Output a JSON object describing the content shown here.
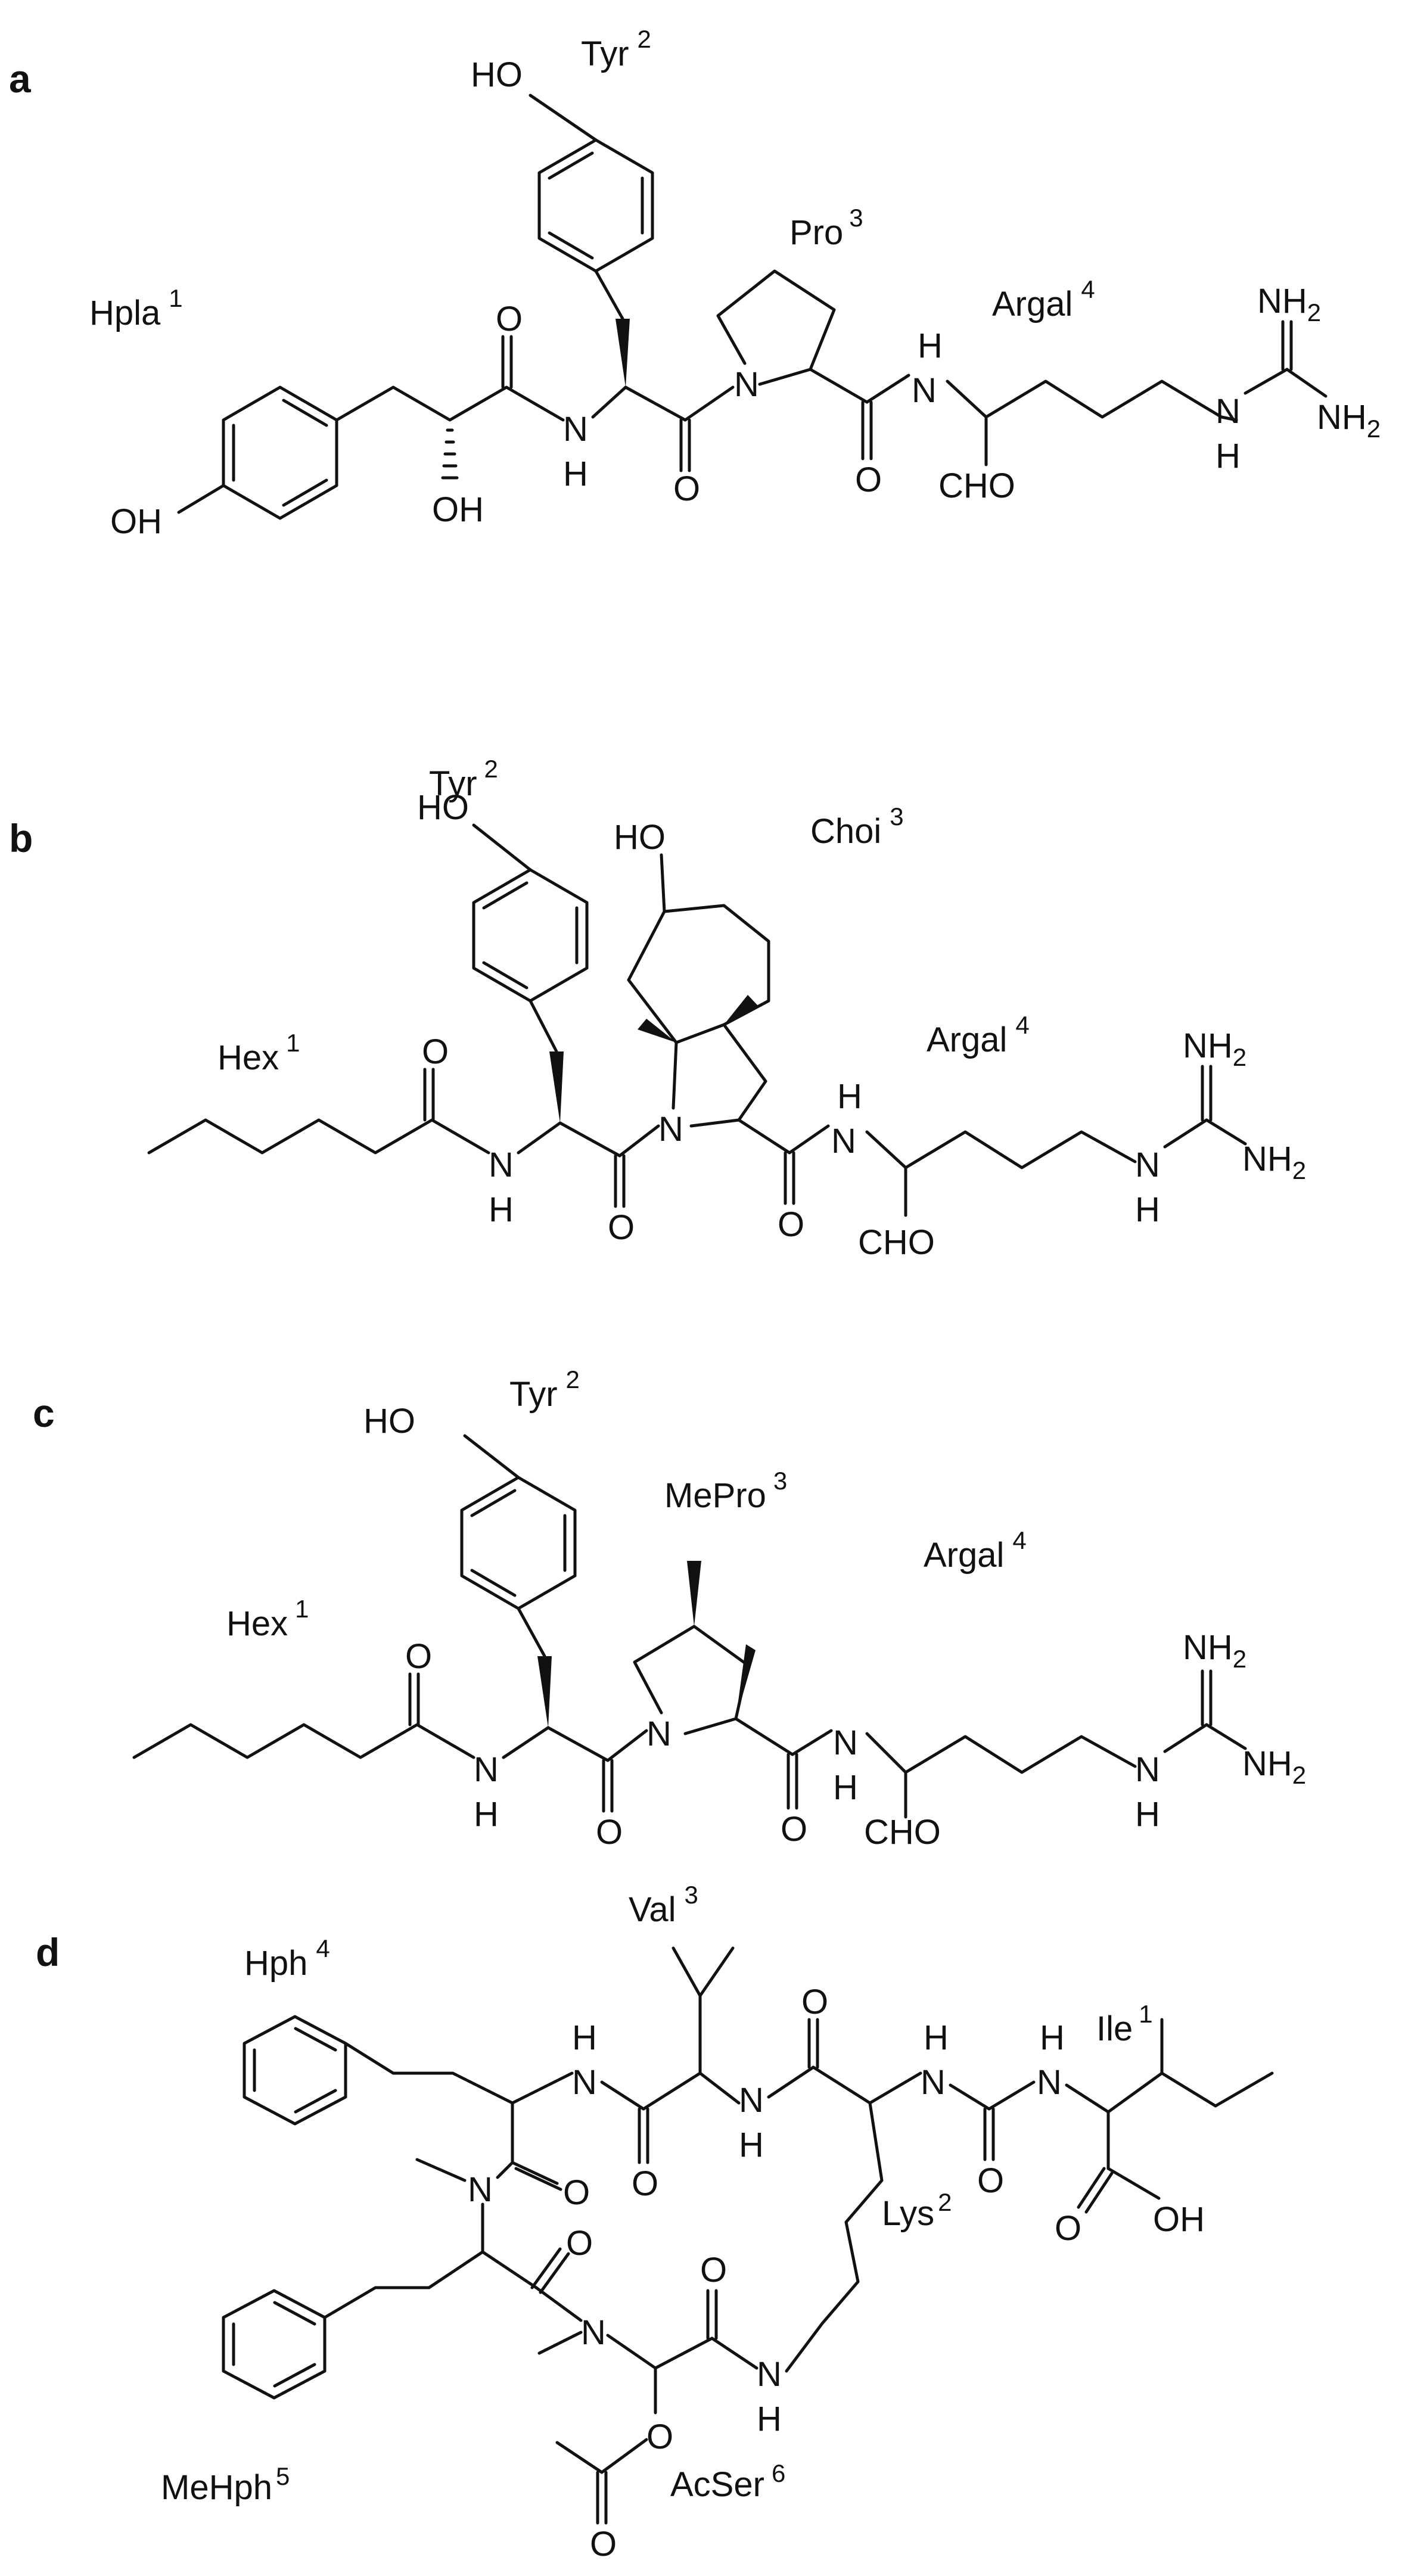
{
  "panels": {
    "a": {
      "letter": "a",
      "residues": {
        "hpla": {
          "name": "Hpla",
          "num": "1"
        },
        "tyr": {
          "name": "Tyr",
          "num": "2"
        },
        "pro": {
          "name": "Pro",
          "num": "3"
        },
        "argal": {
          "name": "Argal",
          "num": "4"
        }
      },
      "atoms": {
        "ho_tyr": "HO",
        "oh_hpla": "OH",
        "oh_alpha": "OH",
        "o1": "O",
        "o2": "O",
        "o3": "O",
        "nh1_n": "N",
        "nh1_h": "H",
        "n_pro": "N",
        "nh2_h": "H",
        "nh2_n": "N",
        "cho": "CHO",
        "g_n": "N",
        "g_h": "H",
        "nh2_top": "NH",
        "nh2_top_sub": "2",
        "nh2_bot": "NH",
        "nh2_bot_sub": "2"
      }
    },
    "b": {
      "letter": "b",
      "residues": {
        "hex": {
          "name": "Hex",
          "num": "1"
        },
        "tyr": {
          "name": "Tyr",
          "num": "2"
        },
        "choi": {
          "name": "Choi",
          "num": "3"
        },
        "argal": {
          "name": "Argal",
          "num": "4"
        }
      },
      "atoms": {
        "ho_tyr": "HO",
        "ho_choi": "HO",
        "o1": "O",
        "o2": "O",
        "o3": "O",
        "nh1_n": "N",
        "nh1_h": "H",
        "n_choi": "N",
        "nh2_h": "H",
        "nh2_n": "N",
        "cho": "CHO",
        "g_n": "N",
        "g_h": "H",
        "nh2_top": "NH",
        "nh2_top_sub": "2",
        "nh2_bot": "NH",
        "nh2_bot_sub": "2"
      }
    },
    "c": {
      "letter": "c",
      "residues": {
        "hex": {
          "name": "Hex",
          "num": "1"
        },
        "tyr": {
          "name": "Tyr",
          "num": "2"
        },
        "mepro": {
          "name": "MePro",
          "num": "3"
        },
        "argal": {
          "name": "Argal",
          "num": "4"
        }
      },
      "atoms": {
        "ho_tyr": "HO",
        "o1": "O",
        "o2": "O",
        "o3": "O",
        "nh1_n": "N",
        "nh1_h": "H",
        "n_pro": "N",
        "nh2_n": "N",
        "nh2_h": "H",
        "cho": "CHO",
        "g_n": "N",
        "g_h": "H",
        "nh2_top": "NH",
        "nh2_top_sub": "2",
        "nh2_bot": "NH",
        "nh2_bot_sub": "2"
      }
    },
    "d": {
      "letter": "d",
      "residues": {
        "hph": {
          "name": "Hph",
          "num": "4"
        },
        "val": {
          "name": "Val",
          "num": "3"
        },
        "ile": {
          "name": "Ile",
          "num": "1"
        },
        "lys": {
          "name": "Lys",
          "num": "2"
        },
        "mehph": {
          "name": "MeHph",
          "num": "5"
        },
        "acser": {
          "name": "AcSer",
          "num": "6"
        }
      },
      "atoms": {
        "h1": "H",
        "n1": "N",
        "n2": "N",
        "h2": "H",
        "h3": "H",
        "n3": "N",
        "h4": "H",
        "n4": "N",
        "o_val_top": "O",
        "o_urea": "O",
        "o_acid": "O",
        "oh_acid": "OH",
        "o_hph": "O",
        "o_val": "O",
        "n_me1": "N",
        "o_mehph": "O",
        "n_me2": "N",
        "o_lys": "O",
        "n_lys": "N",
        "h_lys": "H",
        "o_ac_ether": "O",
        "o_ac": "O"
      }
    }
  }
}
